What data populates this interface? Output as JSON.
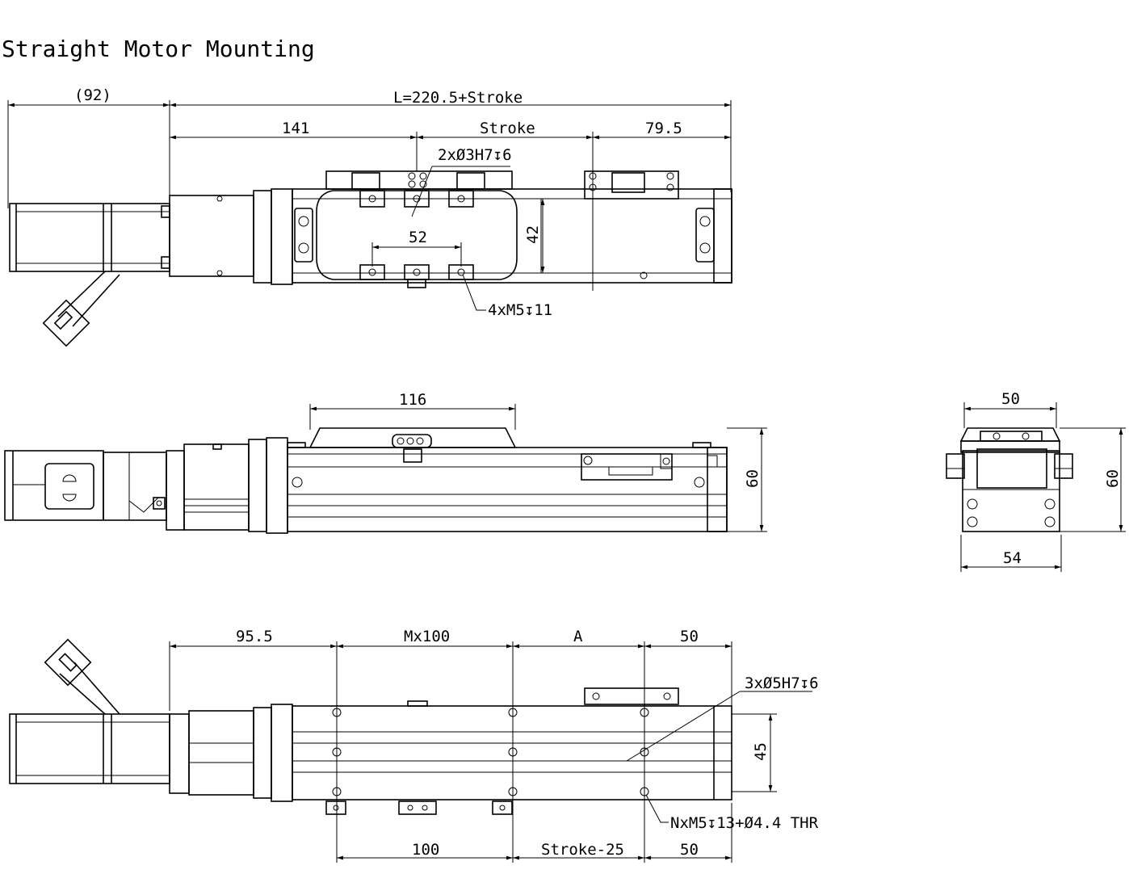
{
  "title": "Straight Motor Mounting",
  "top_view": {
    "motor_length": "(92)",
    "total_length": "L=220.5+Stroke",
    "d_141": "141",
    "d_stroke": "Stroke",
    "d_79_5": "79.5",
    "pin_holes": "2xØ3H7↧6",
    "d_52": "52",
    "d_42": "42",
    "tapped_holes": "4xM5↧11"
  },
  "side_view": {
    "d_116": "116",
    "d_60": "60"
  },
  "end_view": {
    "d_50": "50",
    "d_54": "54",
    "d_60": "60"
  },
  "bottom_view": {
    "d_95_5": "95.5",
    "d_mx100": "Mx100",
    "d_a": "A",
    "d_50_top": "50",
    "pin_holes": "3xØ5H7↧6",
    "d_45": "45",
    "thru_holes": "NxM5↧13+Ø4.4 THR",
    "d_100": "100",
    "d_stroke_25": "Stroke-25",
    "d_50_bottom": "50"
  }
}
